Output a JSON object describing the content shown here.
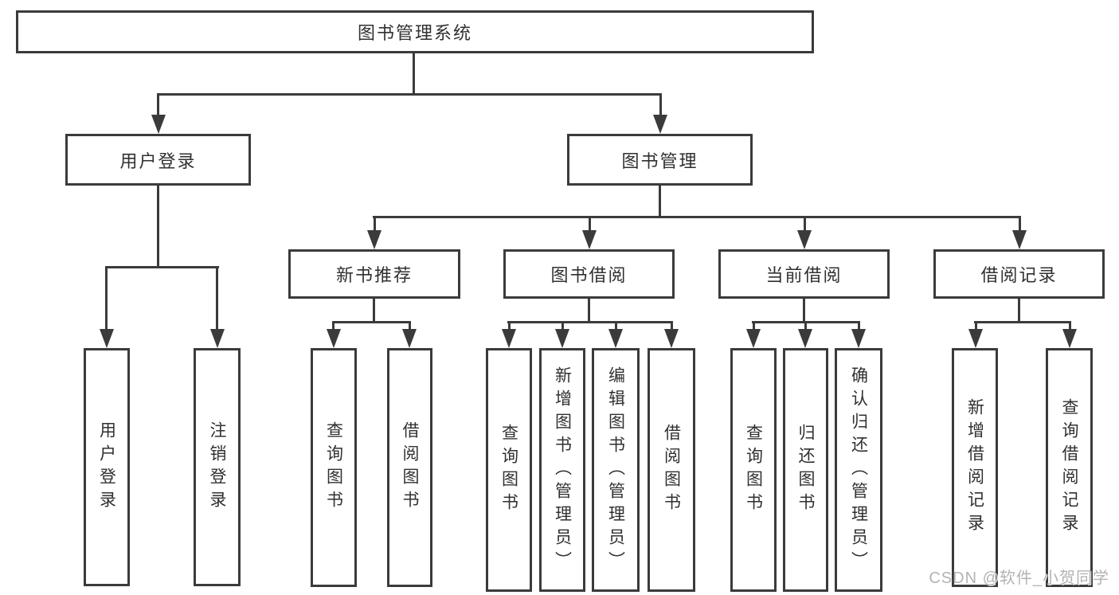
{
  "tree": {
    "root": "图书管理系统",
    "children": [
      {
        "label": "用户登录",
        "children": [
          "用户登录",
          "注销登录"
        ]
      },
      {
        "label": "图书管理",
        "children": [
          {
            "label": "新书推荐",
            "children": [
              "查询图书",
              "借阅图书"
            ]
          },
          {
            "label": "图书借阅",
            "children": [
              "查询图书",
              "新增图书（管理员）",
              "编辑图书（管理员）",
              "借阅图书"
            ]
          },
          {
            "label": "当前借阅",
            "children": [
              "查询图书",
              "归还图书",
              "确认归还（管理员）"
            ]
          },
          {
            "label": "借阅记录",
            "children": [
              "新增借阅记录",
              "查询借阅记录"
            ]
          }
        ]
      }
    ]
  },
  "watermark": "CSDN @软件_小贺同学",
  "colors": {
    "line": "#3b3b3b",
    "text": "#303030",
    "watermark": "#b3b3b3",
    "background": "#ffffff"
  }
}
